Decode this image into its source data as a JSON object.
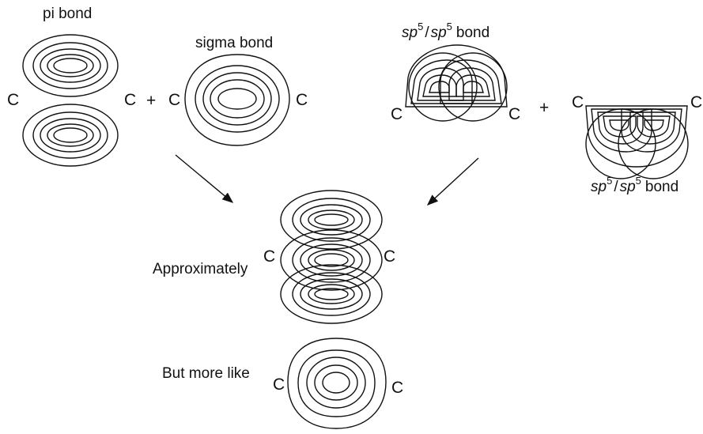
{
  "labels": {
    "pi_bond": "pi bond",
    "sigma_bond": "sigma bond",
    "plus": "+",
    "carbon": "C",
    "sp_prefix": "sp",
    "sp_exp": "5",
    "slash": "/",
    "bond_word": "bond",
    "approximately": "Approximately",
    "but_more_like": "But more like"
  }
}
